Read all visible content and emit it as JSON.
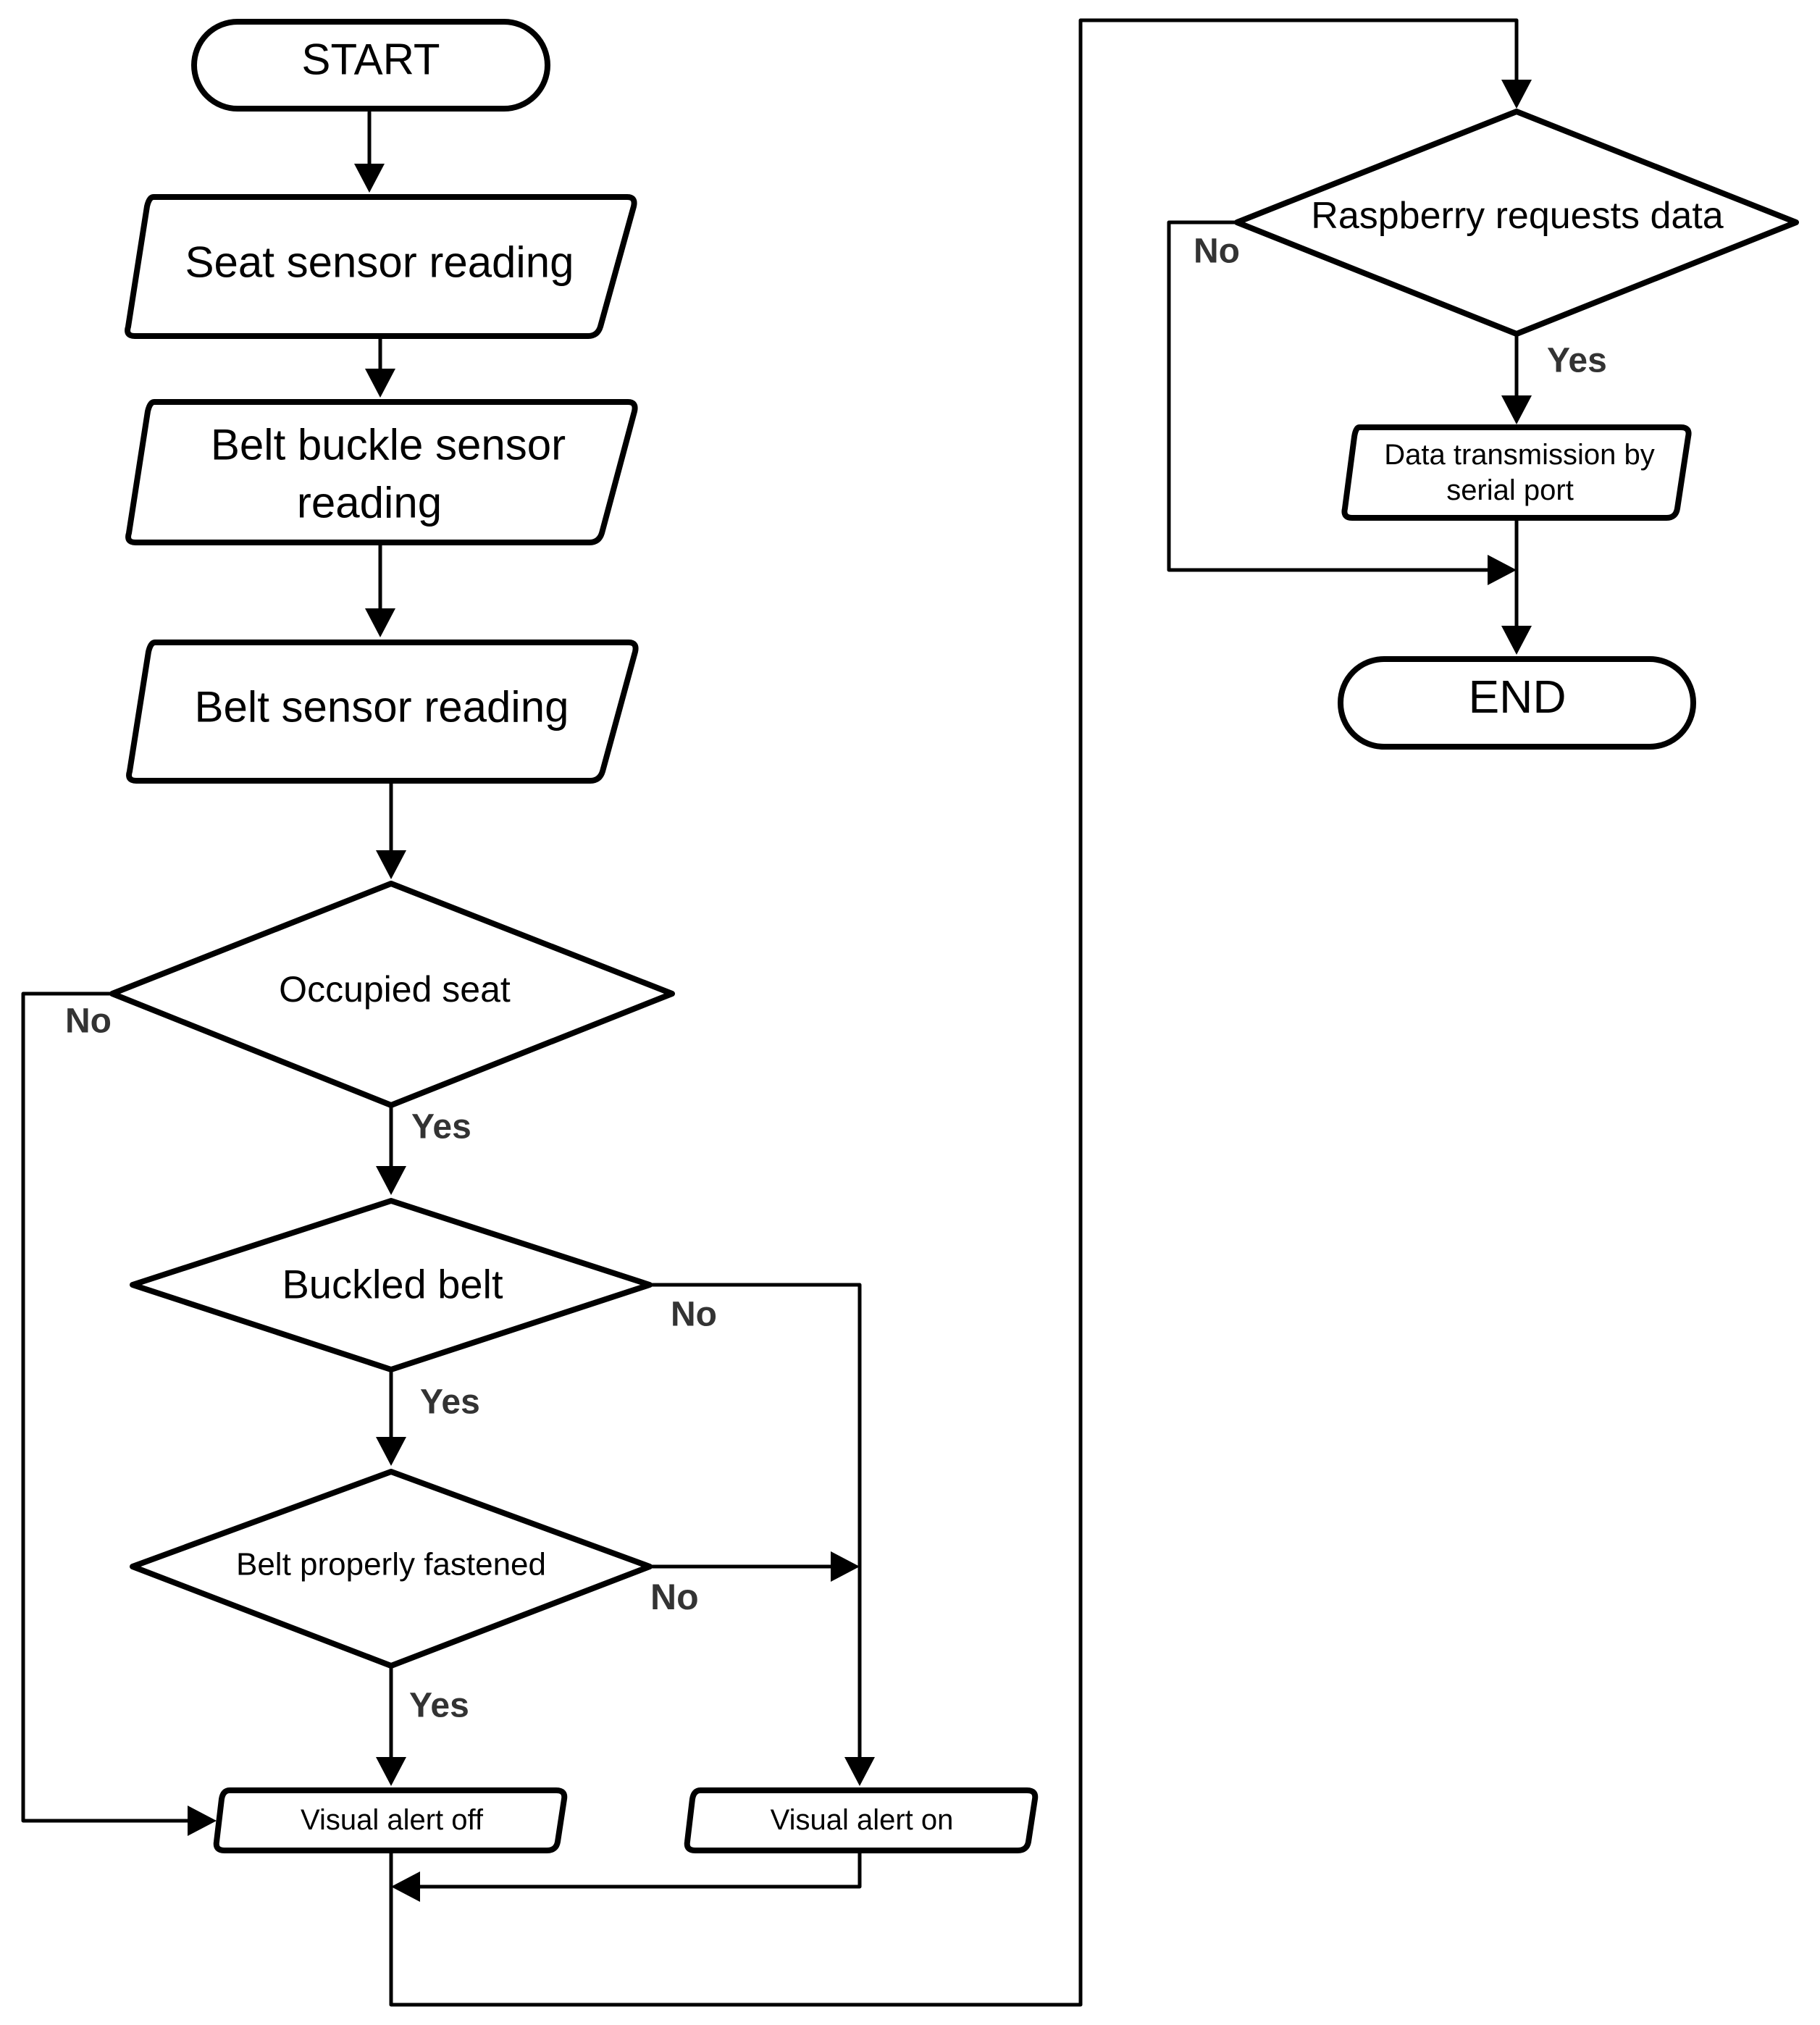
{
  "flowchart": {
    "nodes": {
      "start": {
        "label": "START"
      },
      "seat_sensor": {
        "label": "Seat sensor reading"
      },
      "buckle_sensor": {
        "line1": "Belt buckle sensor",
        "line2": "reading"
      },
      "belt_sensor": {
        "label": "Belt sensor reading"
      },
      "occupied_seat": {
        "label": "Occupied seat"
      },
      "buckled_belt": {
        "label": "Buckled belt"
      },
      "properly_fastened": {
        "label": "Belt properly fastened"
      },
      "alert_off": {
        "label": "Visual alert off"
      },
      "alert_on": {
        "label": "Visual alert on"
      },
      "raspberry_request": {
        "label": "Raspberry requests data"
      },
      "data_transmission": {
        "line1": "Data transmission by",
        "line2": "serial port"
      },
      "end": {
        "label": "END"
      }
    },
    "branch_labels": {
      "occupied_yes": "Yes",
      "occupied_no": "No",
      "buckled_yes": "Yes",
      "buckled_no": "No",
      "fastened_yes": "Yes",
      "fastened_no": "No",
      "request_yes": "Yes",
      "request_no": "No"
    },
    "colors": {
      "stroke": "#000000",
      "fill": "#ffffff",
      "branch_text": "#333333"
    }
  }
}
